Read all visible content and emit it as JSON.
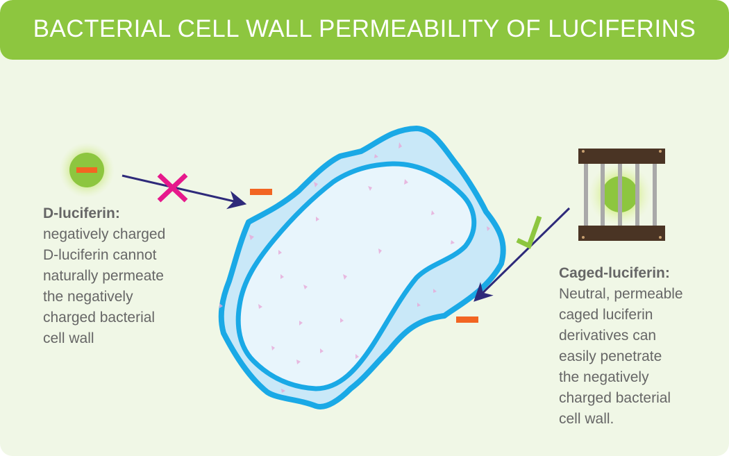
{
  "title": "BACTERIAL CELL WALL PERMEABILITY OF LUCIFERINS",
  "left_caption": {
    "heading": "D-luciferin:",
    "body": "negatively charged\nD-luciferin cannot\nnaturally permeate\nthe negatively\ncharged bacterial\ncell wall"
  },
  "right_caption": {
    "heading": "Caged-luciferin:",
    "body": "Neutral, permeable\ncaged luciferin\nderivatives can\neasily penetrate\nthe negatively\ncharged bacterial\ncell wall."
  },
  "icons": {
    "blocked": "cross-icon",
    "allowed": "check-icon",
    "charge": "minus-icon"
  },
  "colors": {
    "header": "#8dc63f",
    "background": "#f0f7e6",
    "cell_wall": "#1aa9e6",
    "cell_outer_fill": "#c9e8f8",
    "cell_inner_fill": "#e8f5fc",
    "arrow": "#2e2a7a",
    "cross": "#e6198c",
    "check": "#8dc63f",
    "negative_charge": "#f26522",
    "cage_bar": "#4a3424",
    "cage_rod": "#a9a9a9"
  }
}
